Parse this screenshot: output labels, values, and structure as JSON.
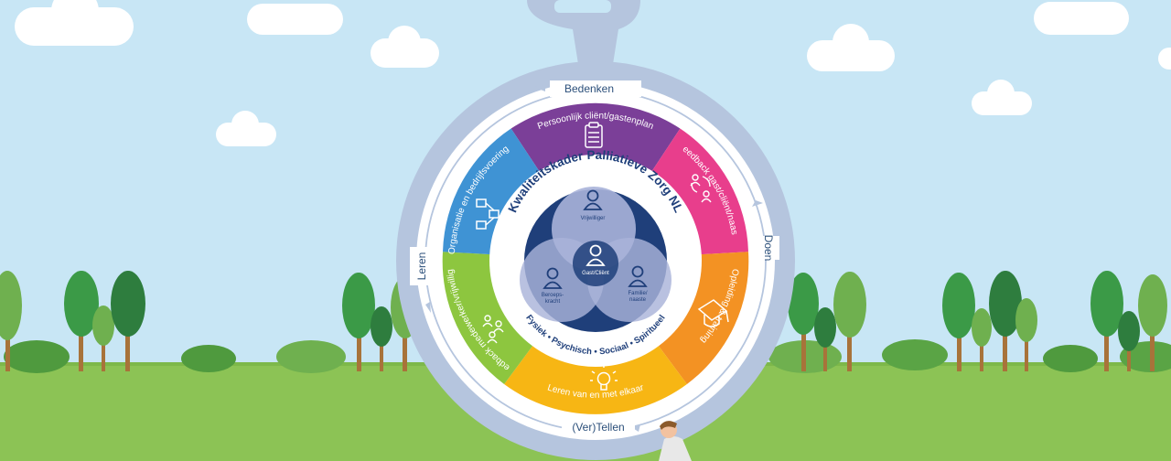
{
  "flow": {
    "top": "Bedenken",
    "right": "Doen",
    "bottom": "(Ver)Tellen",
    "left": "Leren"
  },
  "segments": {
    "plan": "Persoonlijk cliënt/gastenplan",
    "feedback_guest": "Feedback gast/cliënt/naaste",
    "training": "Opleiding & training",
    "learning": "Leren van en met elkaar",
    "feedback_staff": "Feedback medewerker/vrijwilliger",
    "organisation": "Organisatie en bedrijfsvoering"
  },
  "center": {
    "title": "Kwaliteitskader Palliatieve Zorg NL",
    "dimensions": "Fysiek • Psychisch • Sociaal • Spiritueel",
    "roles": {
      "volunteer": "Vrijwilliger",
      "guest": "Gast/Cliënt",
      "professional_1": "Beroeps-",
      "professional_2": "kracht",
      "family_1": "Familie/",
      "family_2": "naaste"
    }
  },
  "colors": {
    "sky": "#c8e6f5",
    "grass": "#8cc355",
    "ring": "#b5c5de",
    "purple": "#7b3f98",
    "magenta": "#e83e8c",
    "orange": "#f39223",
    "yellow": "#f7b614",
    "green": "#8dc63f",
    "blue": "#3f93d4",
    "navy": "#1f3f7a",
    "venn": "#a9b3d9"
  },
  "icons": [
    "clipboard-icon",
    "people-exchange-icon",
    "graduation-cap-icon",
    "lightbulb-icon",
    "group-icon",
    "network-icon",
    "person-icon"
  ]
}
